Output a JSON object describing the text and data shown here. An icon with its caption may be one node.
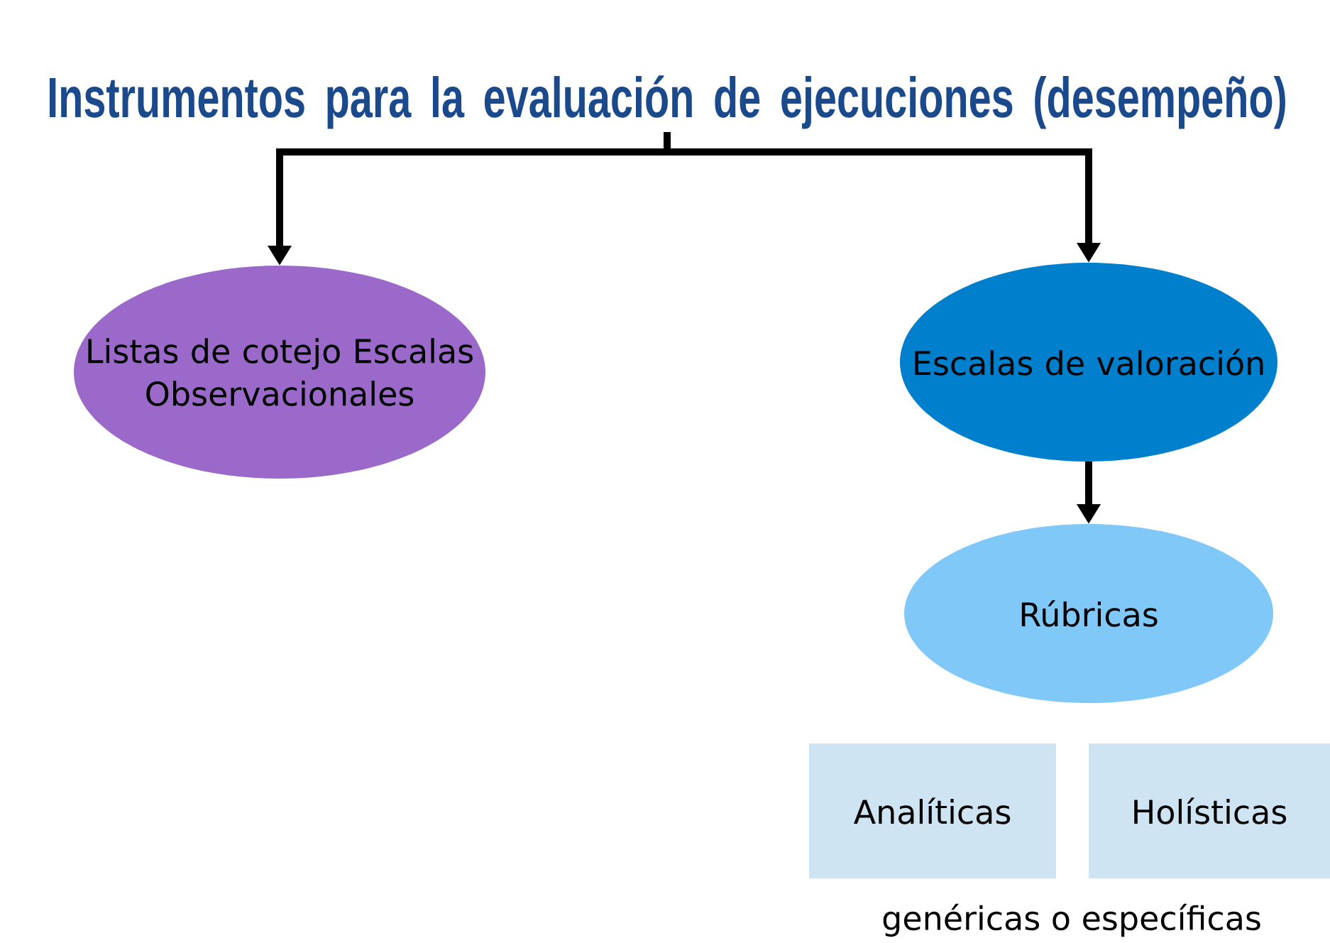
{
  "diagram": {
    "nodes": [
      {
        "text": [
          "Instrumentos para la evaluación de ejecuciones (desempeño)"
        ]
      },
      {
        "text": [
          "Listas de cotejo Escalas Observacionales"
        ]
      },
      {
        "text": [
          "Escalas de valoración"
        ]
      },
      {
        "text": [
          "Rúbricas"
        ]
      },
      {
        "text": [
          "Analíticas"
        ]
      },
      {
        "text": [
          "Holísticas"
        ]
      }
    ],
    "edges": [
      {
        "from": 0,
        "to": 1,
        "arrow": "to"
      },
      {
        "from": 0,
        "to": 2,
        "arrow": "to"
      },
      {
        "from": 2,
        "to": 3,
        "arrow": "to"
      }
    ],
    "labels": [
      "genéricas o específicas"
    ]
  }
}
